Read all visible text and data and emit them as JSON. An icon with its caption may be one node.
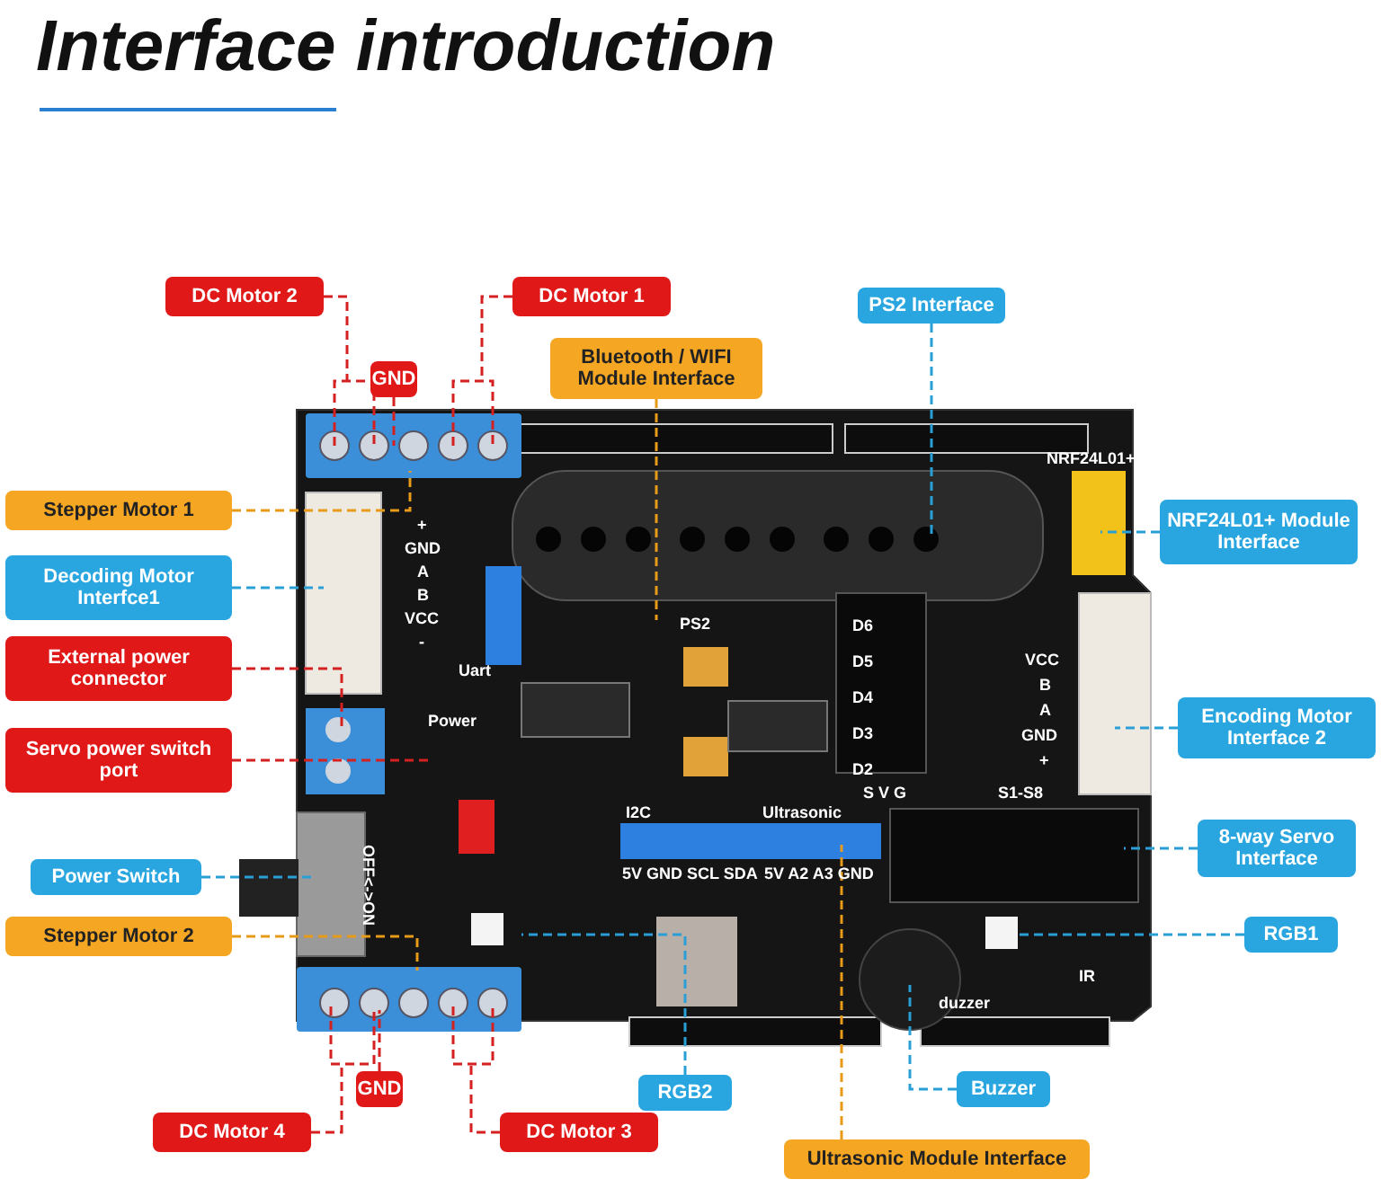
{
  "diagram": {
    "title": "Interface introduction",
    "nodes": [
      {
        "text": [
          "DC Motor 2"
        ]
      },
      {
        "text": [
          "GND"
        ]
      },
      {
        "text": [
          "DC Motor 1"
        ]
      },
      {
        "text": [
          "Bluetooth / WIFI Module Interface"
        ]
      },
      {
        "text": [
          "PS2 Interface"
        ]
      },
      {
        "text": [
          "NRF24L01+ Module Interface"
        ]
      },
      {
        "text": [
          "Stepper Motor 1"
        ]
      },
      {
        "text": [
          "Decoding Motor Interfce1"
        ]
      },
      {
        "text": [
          "External power connector"
        ]
      },
      {
        "text": [
          "Servo power switch port"
        ]
      },
      {
        "text": [
          "Encoding Motor Interface 2"
        ]
      },
      {
        "text": [
          "Power Switch"
        ]
      },
      {
        "text": [
          "8-way Servo Interface"
        ]
      },
      {
        "text": [
          "Stepper Motor 2"
        ]
      },
      {
        "text": [
          "RGB1"
        ]
      },
      {
        "text": [
          "GND"
        ]
      },
      {
        "text": [
          "RGB2"
        ]
      },
      {
        "text": [
          "Buzzer"
        ]
      },
      {
        "text": [
          "DC Motor 4"
        ]
      },
      {
        "text": [
          "DC Motor 3"
        ]
      },
      {
        "text": [
          "Ultrasonic Module Interface"
        ]
      }
    ],
    "edges": [
      {
        "from": 0,
        "to": null,
        "arrow": "none",
        "style": "dashed",
        "color": "#d42020"
      },
      {
        "from": 1,
        "to": null,
        "arrow": "none",
        "style": "dashed",
        "color": "#d42020"
      },
      {
        "from": 2,
        "to": null,
        "arrow": "none",
        "style": "dashed",
        "color": "#d42020"
      },
      {
        "from": 3,
        "to": null,
        "arrow": "none",
        "style": "dashed",
        "color": "#e89a1a"
      },
      {
        "from": 4,
        "to": null,
        "arrow": "none",
        "style": "dashed",
        "color": "#2a9fd6"
      },
      {
        "from": 5,
        "to": null,
        "arrow": "none",
        "style": "dashed",
        "color": "#2a9fd6"
      },
      {
        "from": 6,
        "to": null,
        "arrow": "none",
        "style": "dashed",
        "color": "#e89a1a"
      },
      {
        "from": 7,
        "to": null,
        "arrow": "none",
        "style": "dashed",
        "color": "#2a9fd6"
      },
      {
        "from": 8,
        "to": null,
        "arrow": "none",
        "style": "dashed",
        "color": "#d42020"
      },
      {
        "from": 9,
        "to": null,
        "arrow": "none",
        "style": "dashed",
        "color": "#d42020"
      },
      {
        "from": 10,
        "to": null,
        "arrow": "none",
        "style": "dashed",
        "color": "#2a9fd6"
      },
      {
        "from": 11,
        "to": null,
        "arrow": "none",
        "style": "dashed",
        "color": "#2a9fd6"
      },
      {
        "from": 12,
        "to": null,
        "arrow": "none",
        "style": "dashed",
        "color": "#2a9fd6"
      },
      {
        "from": 13,
        "to": null,
        "arrow": "none",
        "style": "dashed",
        "color": "#e89a1a"
      },
      {
        "from": 14,
        "to": null,
        "arrow": "none",
        "style": "dashed",
        "color": "#2a9fd6"
      },
      {
        "from": 15,
        "to": null,
        "arrow": "none",
        "style": "dashed",
        "color": "#d42020"
      },
      {
        "from": 16,
        "to": null,
        "arrow": "none",
        "style": "dashed",
        "color": "#2a9fd6"
      },
      {
        "from": 17,
        "to": null,
        "arrow": "none",
        "style": "dashed",
        "color": "#2a9fd6"
      },
      {
        "from": 18,
        "to": null,
        "arrow": "none",
        "style": "dashed",
        "color": "#d42020"
      },
      {
        "from": 19,
        "to": null,
        "arrow": "none",
        "style": "dashed",
        "color": "#d42020"
      },
      {
        "from": 20,
        "to": null,
        "arrow": "none",
        "style": "dashed",
        "color": "#e89a1a"
      }
    ],
    "labels": [
      "+",
      "GND",
      "A",
      "B",
      "VCC",
      "-",
      "Uart",
      "PS2",
      "Power",
      "OFF<->ON",
      "D6",
      "D5",
      "D4",
      "D3",
      "D2",
      "VCC",
      "B",
      "A",
      "GND",
      "+",
      "NRF24L01+",
      "S V G",
      "S1-S8",
      "I2C",
      "Ultrasonic",
      "5V GND SCL SDA",
      "5V A2 A3 GND",
      "IR",
      "duzzer"
    ]
  }
}
